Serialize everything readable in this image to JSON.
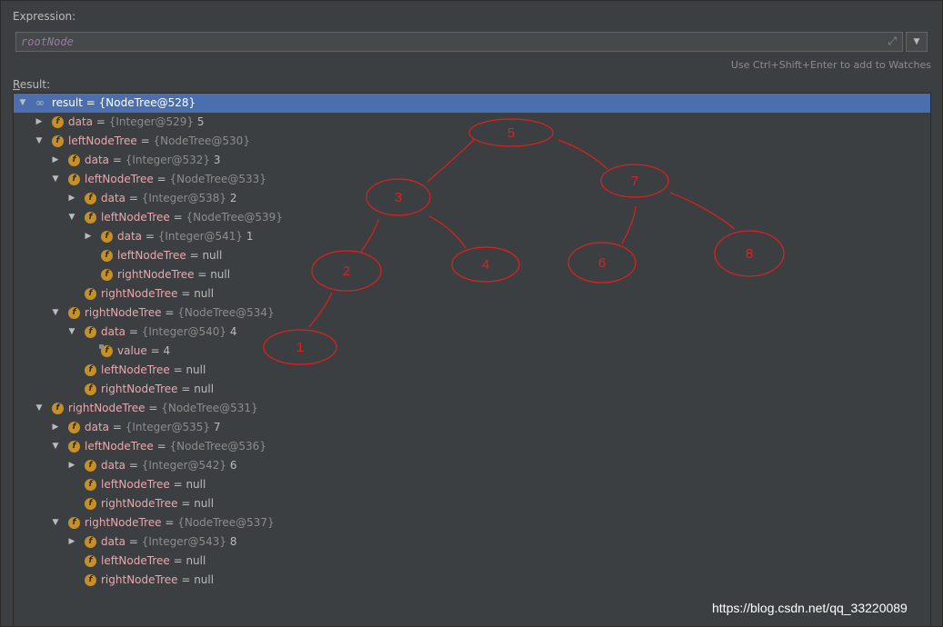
{
  "expression": {
    "label": "Expression:",
    "value": "rootNode",
    "hint": "Use Ctrl+Shift+Enter to add to Watches"
  },
  "result": {
    "label_underlined": "R",
    "label_rest": "esult:",
    "rows": [
      {
        "arrow": "down",
        "icon": "watch",
        "name": "result",
        "ref": "{NodeTree@528}",
        "value": "",
        "selected": true
      },
      {
        "arrow": "right",
        "icon": "f",
        "name": "data",
        "ref": "{Integer@529}",
        "value": "5"
      },
      {
        "arrow": "down",
        "icon": "f",
        "name": "leftNodeTree",
        "ref": "{NodeTree@530}",
        "value": ""
      },
      {
        "arrow": "right",
        "icon": "f",
        "name": "data",
        "ref": "{Integer@532}",
        "value": "3"
      },
      {
        "arrow": "down",
        "icon": "f",
        "name": "leftNodeTree",
        "ref": "{NodeTree@533}",
        "value": ""
      },
      {
        "arrow": "right",
        "icon": "f",
        "name": "data",
        "ref": "{Integer@538}",
        "value": "2"
      },
      {
        "arrow": "down",
        "icon": "f",
        "name": "leftNodeTree",
        "ref": "{NodeTree@539}",
        "value": ""
      },
      {
        "arrow": "right",
        "icon": "f",
        "name": "data",
        "ref": "{Integer@541}",
        "value": "1"
      },
      {
        "arrow": "",
        "icon": "f",
        "name": "leftNodeTree",
        "ref": "",
        "value": "null"
      },
      {
        "arrow": "",
        "icon": "f",
        "name": "rightNodeTree",
        "ref": "",
        "value": "null"
      },
      {
        "arrow": "",
        "icon": "f",
        "name": "rightNodeTree",
        "ref": "",
        "value": "null"
      },
      {
        "arrow": "down",
        "icon": "f",
        "name": "rightNodeTree",
        "ref": "{NodeTree@534}",
        "value": ""
      },
      {
        "arrow": "down",
        "icon": "f",
        "name": "data",
        "ref": "{Integer@540}",
        "value": "4"
      },
      {
        "arrow": "",
        "icon": "f-lock",
        "name": "value",
        "ref": "",
        "value": "4"
      },
      {
        "arrow": "",
        "icon": "f",
        "name": "leftNodeTree",
        "ref": "",
        "value": "null"
      },
      {
        "arrow": "",
        "icon": "f",
        "name": "rightNodeTree",
        "ref": "",
        "value": "null"
      },
      {
        "arrow": "down",
        "icon": "f",
        "name": "rightNodeTree",
        "ref": "{NodeTree@531}",
        "value": ""
      },
      {
        "arrow": "right",
        "icon": "f",
        "name": "data",
        "ref": "{Integer@535}",
        "value": "7"
      },
      {
        "arrow": "down",
        "icon": "f",
        "name": "leftNodeTree",
        "ref": "{NodeTree@536}",
        "value": ""
      },
      {
        "arrow": "right",
        "icon": "f",
        "name": "data",
        "ref": "{Integer@542}",
        "value": "6"
      },
      {
        "arrow": "",
        "icon": "f",
        "name": "leftNodeTree",
        "ref": "",
        "value": "null"
      },
      {
        "arrow": "",
        "icon": "f",
        "name": "rightNodeTree",
        "ref": "",
        "value": "null"
      },
      {
        "arrow": "down",
        "icon": "f",
        "name": "rightNodeTree",
        "ref": "{NodeTree@537}",
        "value": ""
      },
      {
        "arrow": "right",
        "icon": "f",
        "name": "data",
        "ref": "{Integer@543}",
        "value": "8"
      },
      {
        "arrow": "",
        "icon": "f",
        "name": "leftNodeTree",
        "ref": "",
        "value": "null"
      },
      {
        "arrow": "",
        "icon": "f",
        "name": "rightNodeTree",
        "ref": "",
        "value": "null"
      }
    ]
  },
  "annotation": {
    "color": "#e0201c",
    "nodes": [
      "5",
      "3",
      "7",
      "2",
      "4",
      "6",
      "8",
      "1"
    ]
  },
  "watermark": "https://blog.csdn.net/qq_33220089",
  "colors": {
    "background": "#3c3f41",
    "selection": "#4b6eaf",
    "field_name": "#e8a8ad",
    "field_icon": "#c69026"
  }
}
